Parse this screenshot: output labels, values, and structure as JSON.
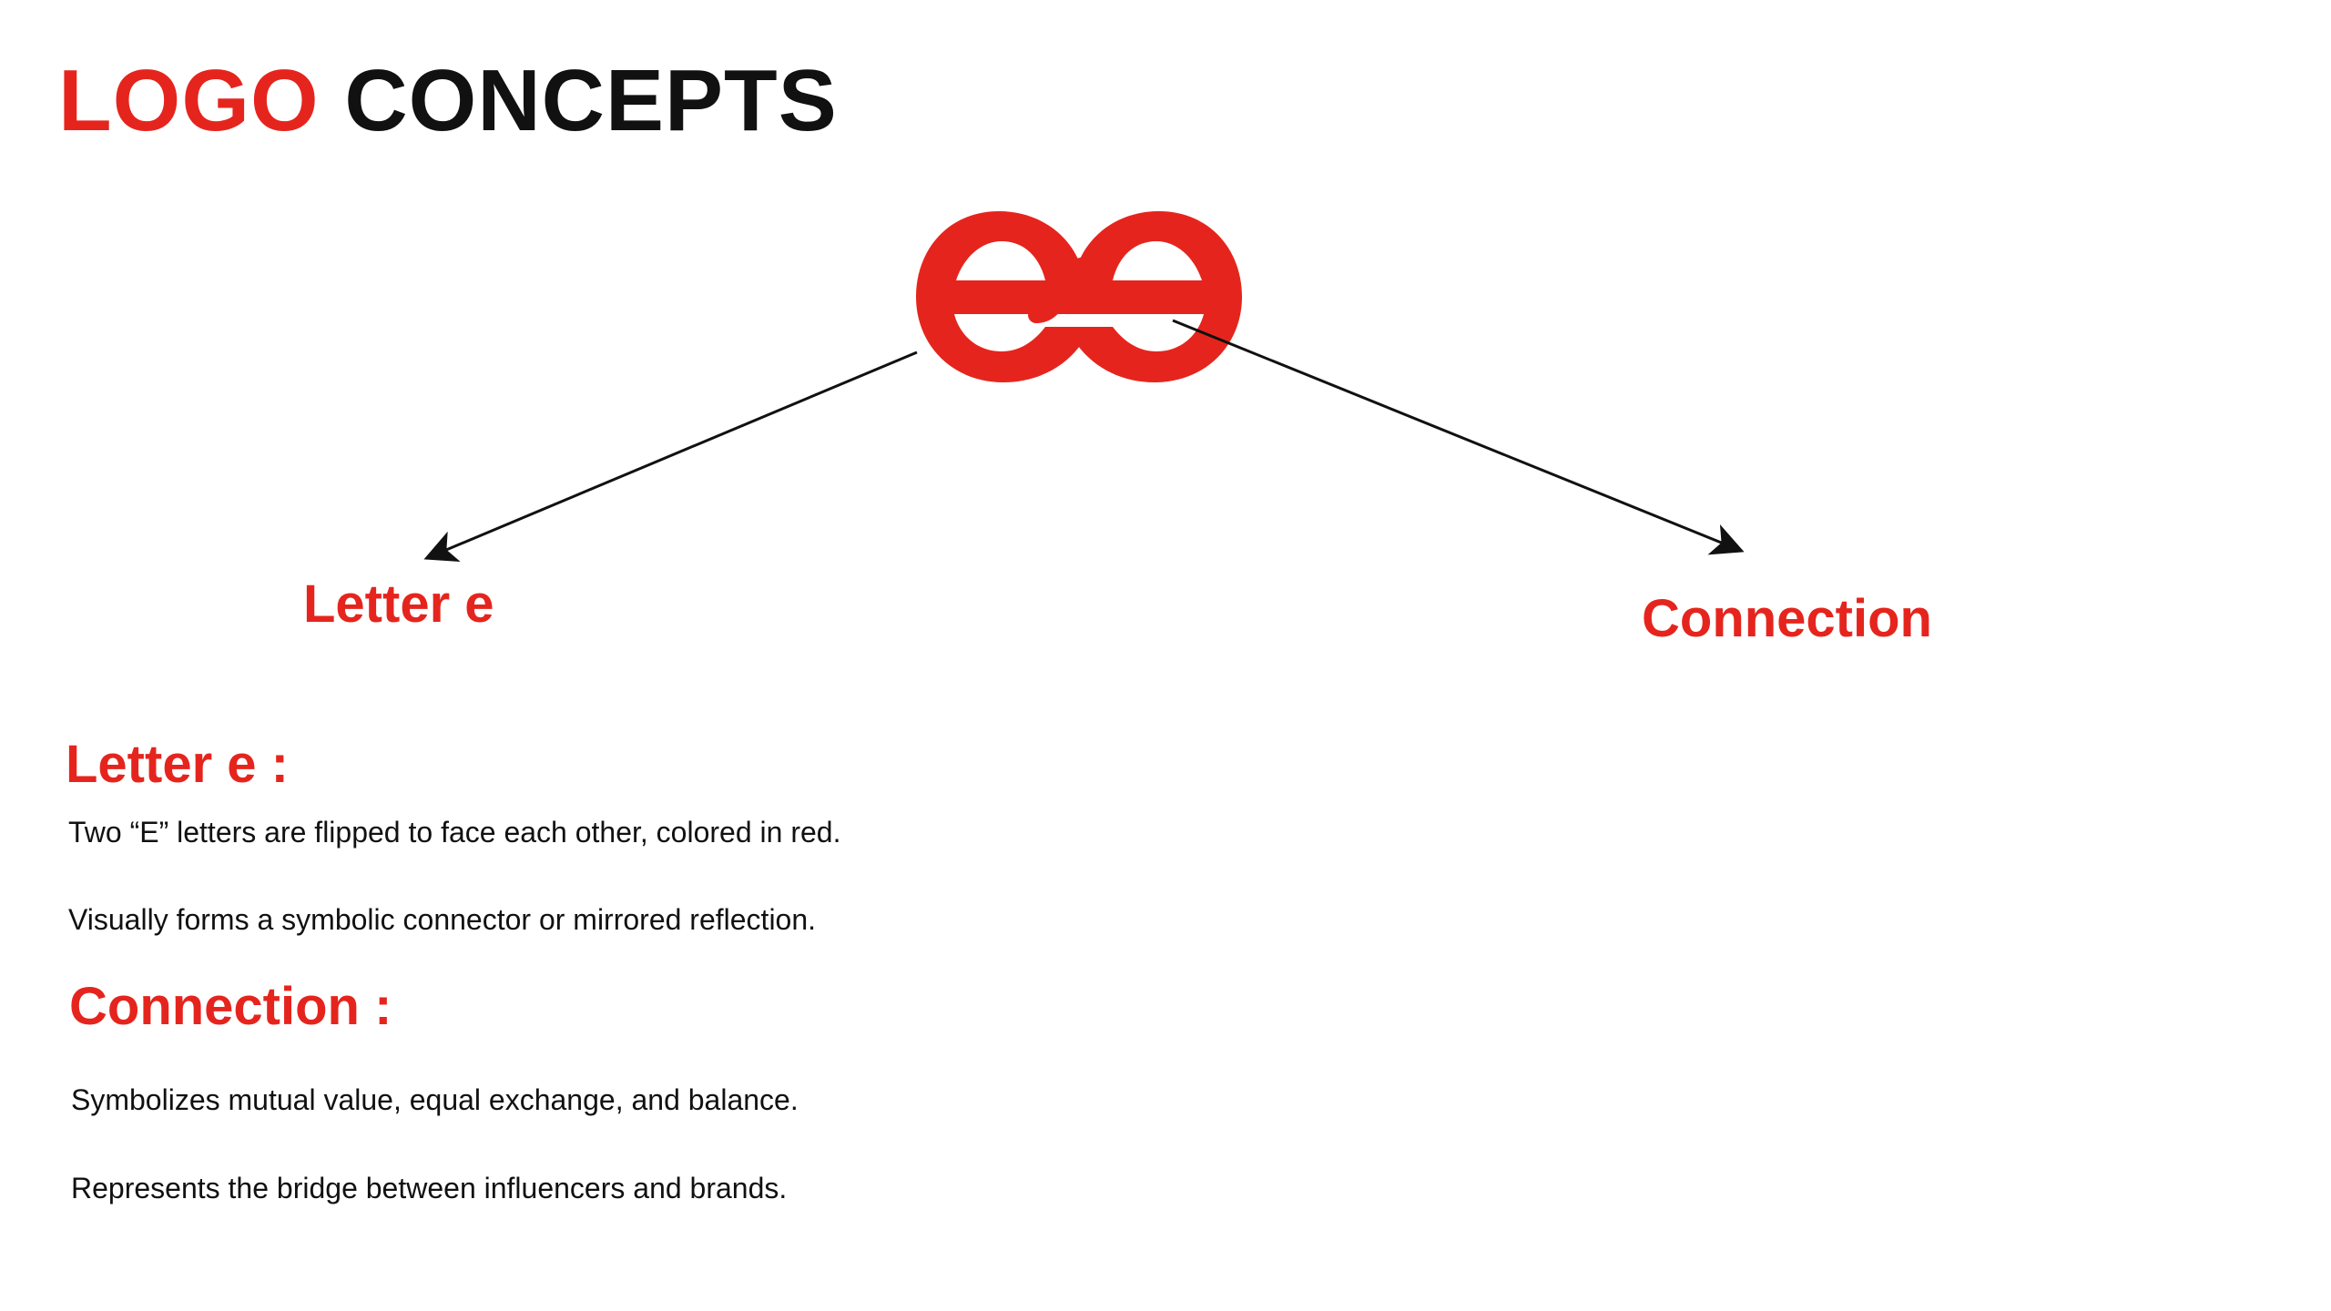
{
  "title": {
    "part1": "LOGO",
    "part2": "CONCEPTS"
  },
  "colors": {
    "accent": "#e5251d",
    "text": "#111111",
    "background": "#ffffff"
  },
  "logo": {
    "description_icon": "mirrored-ee-logo-icon"
  },
  "branches": {
    "left_label": "Letter e",
    "right_label": "Connection"
  },
  "sections": [
    {
      "heading": "Letter e :",
      "lines": [
        "Two “E” letters are flipped to face each other, colored in red.",
        "Visually forms a symbolic connector or mirrored reflection."
      ]
    },
    {
      "heading": "Connection :",
      "lines": [
        "Symbolizes mutual value, equal exchange, and balance.",
        "Represents the bridge between influencers and brands."
      ]
    }
  ]
}
